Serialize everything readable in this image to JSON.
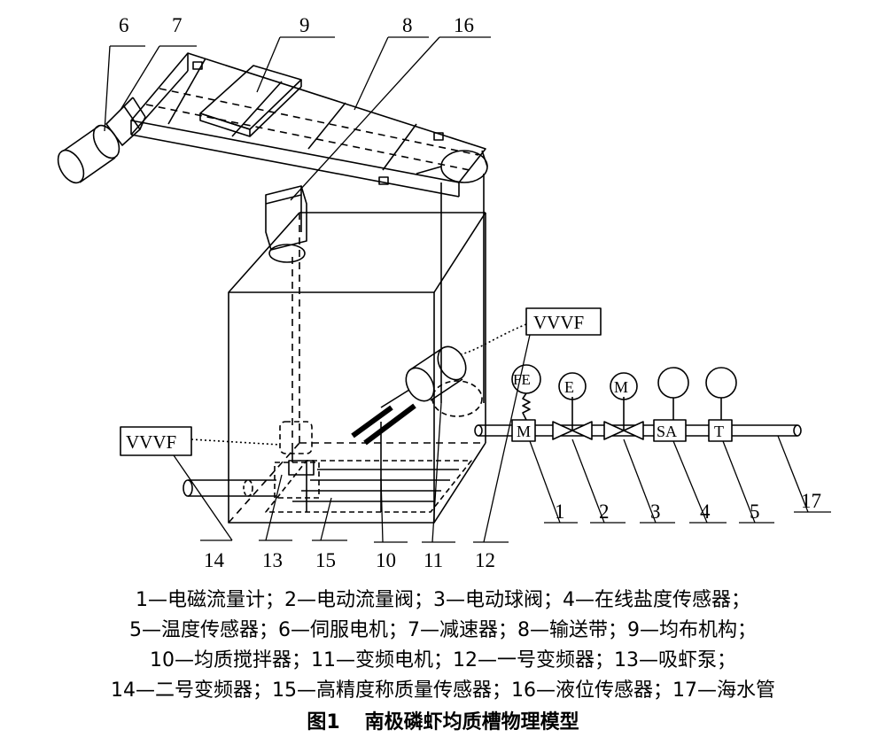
{
  "callout_numbers": {
    "n1": "1",
    "n2": "2",
    "n3": "3",
    "n4": "4",
    "n5": "5",
    "n6": "6",
    "n7": "7",
    "n8": "8",
    "n9": "9",
    "n10": "10",
    "n11": "11",
    "n12": "12",
    "n13": "13",
    "n14": "14",
    "n15": "15",
    "n16": "16",
    "n17": "17"
  },
  "boxes": {
    "vvvf_right": "VVVF",
    "vvvf_left": "VVVF"
  },
  "instruments": {
    "fe": "FE",
    "e": "E",
    "m": "M"
  },
  "pipe_components": {
    "m": "M",
    "sa": "SA",
    "t": "T"
  },
  "legend": [
    "1—电磁流量计；2—电动流量阀；3—电动球阀；4—在线盐度传感器；",
    "5—温度传感器；6—伺服电机；7—减速器；8—输送带；9—均布机构；",
    "10—均质搅拌器；11—变频电机；12—一号变频器；13—吸虾泵；",
    "14—二号变频器；15—高精度称质量传感器；16—液位传感器；17—海水管"
  ],
  "caption": {
    "label": "图1",
    "title": "南极磷虾均质槽物理模型"
  }
}
